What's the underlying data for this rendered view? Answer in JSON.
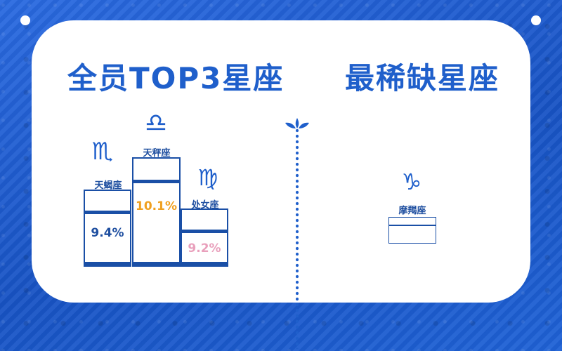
{
  "titles": {
    "left": "全员TOP3星座",
    "right": "最稀缺星座"
  },
  "top3": [
    {
      "name": "天蝎座",
      "symbol": "♏",
      "percent": "9.4%",
      "color": "#1f4fa0"
    },
    {
      "name": "天秤座",
      "symbol": "♎",
      "percent": "10.1%",
      "color": "#f0a020"
    },
    {
      "name": "处女座",
      "symbol": "♍",
      "percent": "9.2%",
      "color": "#e9a0bc"
    }
  ],
  "rarest": {
    "name": "摩羯座",
    "symbol": "♑"
  },
  "colors": {
    "brand": "#1f5fcb",
    "background": "#1f5fd0",
    "panel": "#ffffff"
  }
}
